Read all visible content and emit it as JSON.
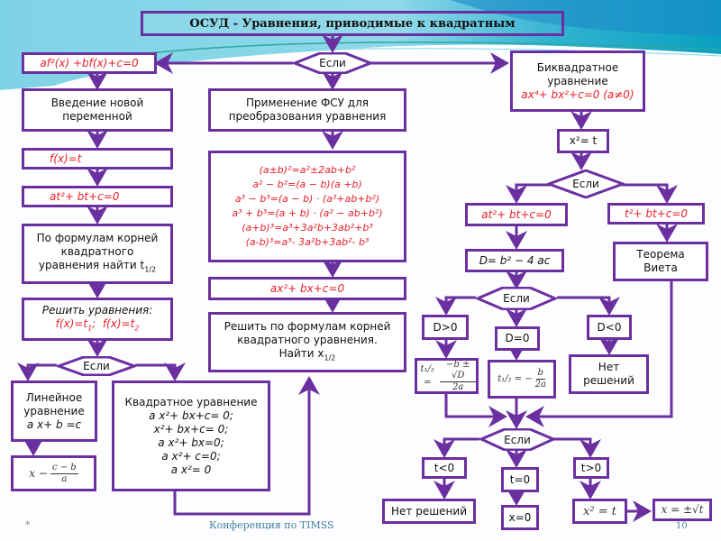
{
  "title": "ОСУД  -  Уравнения, приводимые к квадратным",
  "decision_label": "Если",
  "left_branch": {
    "start": "af²(x) +bf(x)+c=0",
    "intro_new_var": [
      "Введение новой",
      "переменной"
    ],
    "substitution": "f(x)=t",
    "quadratic_t": "at²+ bt+c=0",
    "find_t": [
      "По формулам корней",
      "квадратного",
      "уравнения найти t"
    ],
    "find_t_sub": "1/2",
    "solve_title": "Решить уравнения:",
    "solve_eq1": "f(x)=t",
    "solve_eq1_sub": "1",
    "solve_eq2": "f(x)=t",
    "solve_eq2_sub": "2",
    "linear": [
      "Линейное",
      "уравнение",
      "a x+ b =c"
    ],
    "linear_solution": {
      "lhs": "x −",
      "num": "c − b",
      "den": "a"
    },
    "quadratic_forms_title": "Квадратное уравнение",
    "quadratic_forms": [
      "a x²+ bx+c= 0;",
      "x²+ bx+c= 0;",
      "a x²+ bx=0;",
      "a x²+ c=0;",
      "a x²= 0"
    ]
  },
  "middle_branch": {
    "apply_fsu": [
      "Применение ФСУ для",
      "преобразования уравнения"
    ],
    "formulas": [
      "(a±b)²=a²±2ab+b²",
      "a² − b²=(a − b)(a +b)",
      "a³ − b³=(a − b) · (a²+ab+b²)",
      "a³ + b³=(a + b) · (a² − ab+b²)",
      "(a+b)³=a³+3a²b+3ab²+b³",
      "(a-b)³=a³- 3a²b+3ab²- b³"
    ],
    "result_eq": "ax²+ bx+c=0",
    "solve": [
      "Решить по формулам корней",
      "квадратного уравнения.",
      "Найти  x"
    ],
    "solve_sub": "1/2"
  },
  "right_branch": {
    "biquadratic": [
      "Биквадратное",
      "уравнение"
    ],
    "biquadratic_eq": "ax⁴+ bx²+c=0 (a≠0)",
    "substitution": "x²= t",
    "quadratic_t": "at²+ bt+c=0",
    "reduced_t": "t²+ bt+c=0",
    "discriminant": "D= b² − 4 ac",
    "vieta": [
      "Теорема",
      "Виета"
    ],
    "d_positive": "D>0",
    "d_zero": "D=0",
    "d_negative": "D<0",
    "roots_two": {
      "lhs": "t₁/₂ =",
      "num": "−b ± √D",
      "den": "2a"
    },
    "roots_one": {
      "lhs": "t₁/₂ =  −",
      "num": "b",
      "den": "2a"
    },
    "no_solutions": [
      "Нет",
      "решений"
    ],
    "t_negative": "t<0",
    "t_zero": "t=0",
    "t_positive": "t>0",
    "no_solutions_t": "Нет решений",
    "x_zero": "x=0",
    "x_squared": "x² = t",
    "x_solution": "x = ±√t"
  },
  "footer": {
    "star": "*",
    "conference": "Конференция по TIMSS",
    "page_number": "10"
  },
  "colors": {
    "border": "#6a30a0",
    "formula_red": "#e8202a",
    "footer_text": "#3f7fa0"
  }
}
